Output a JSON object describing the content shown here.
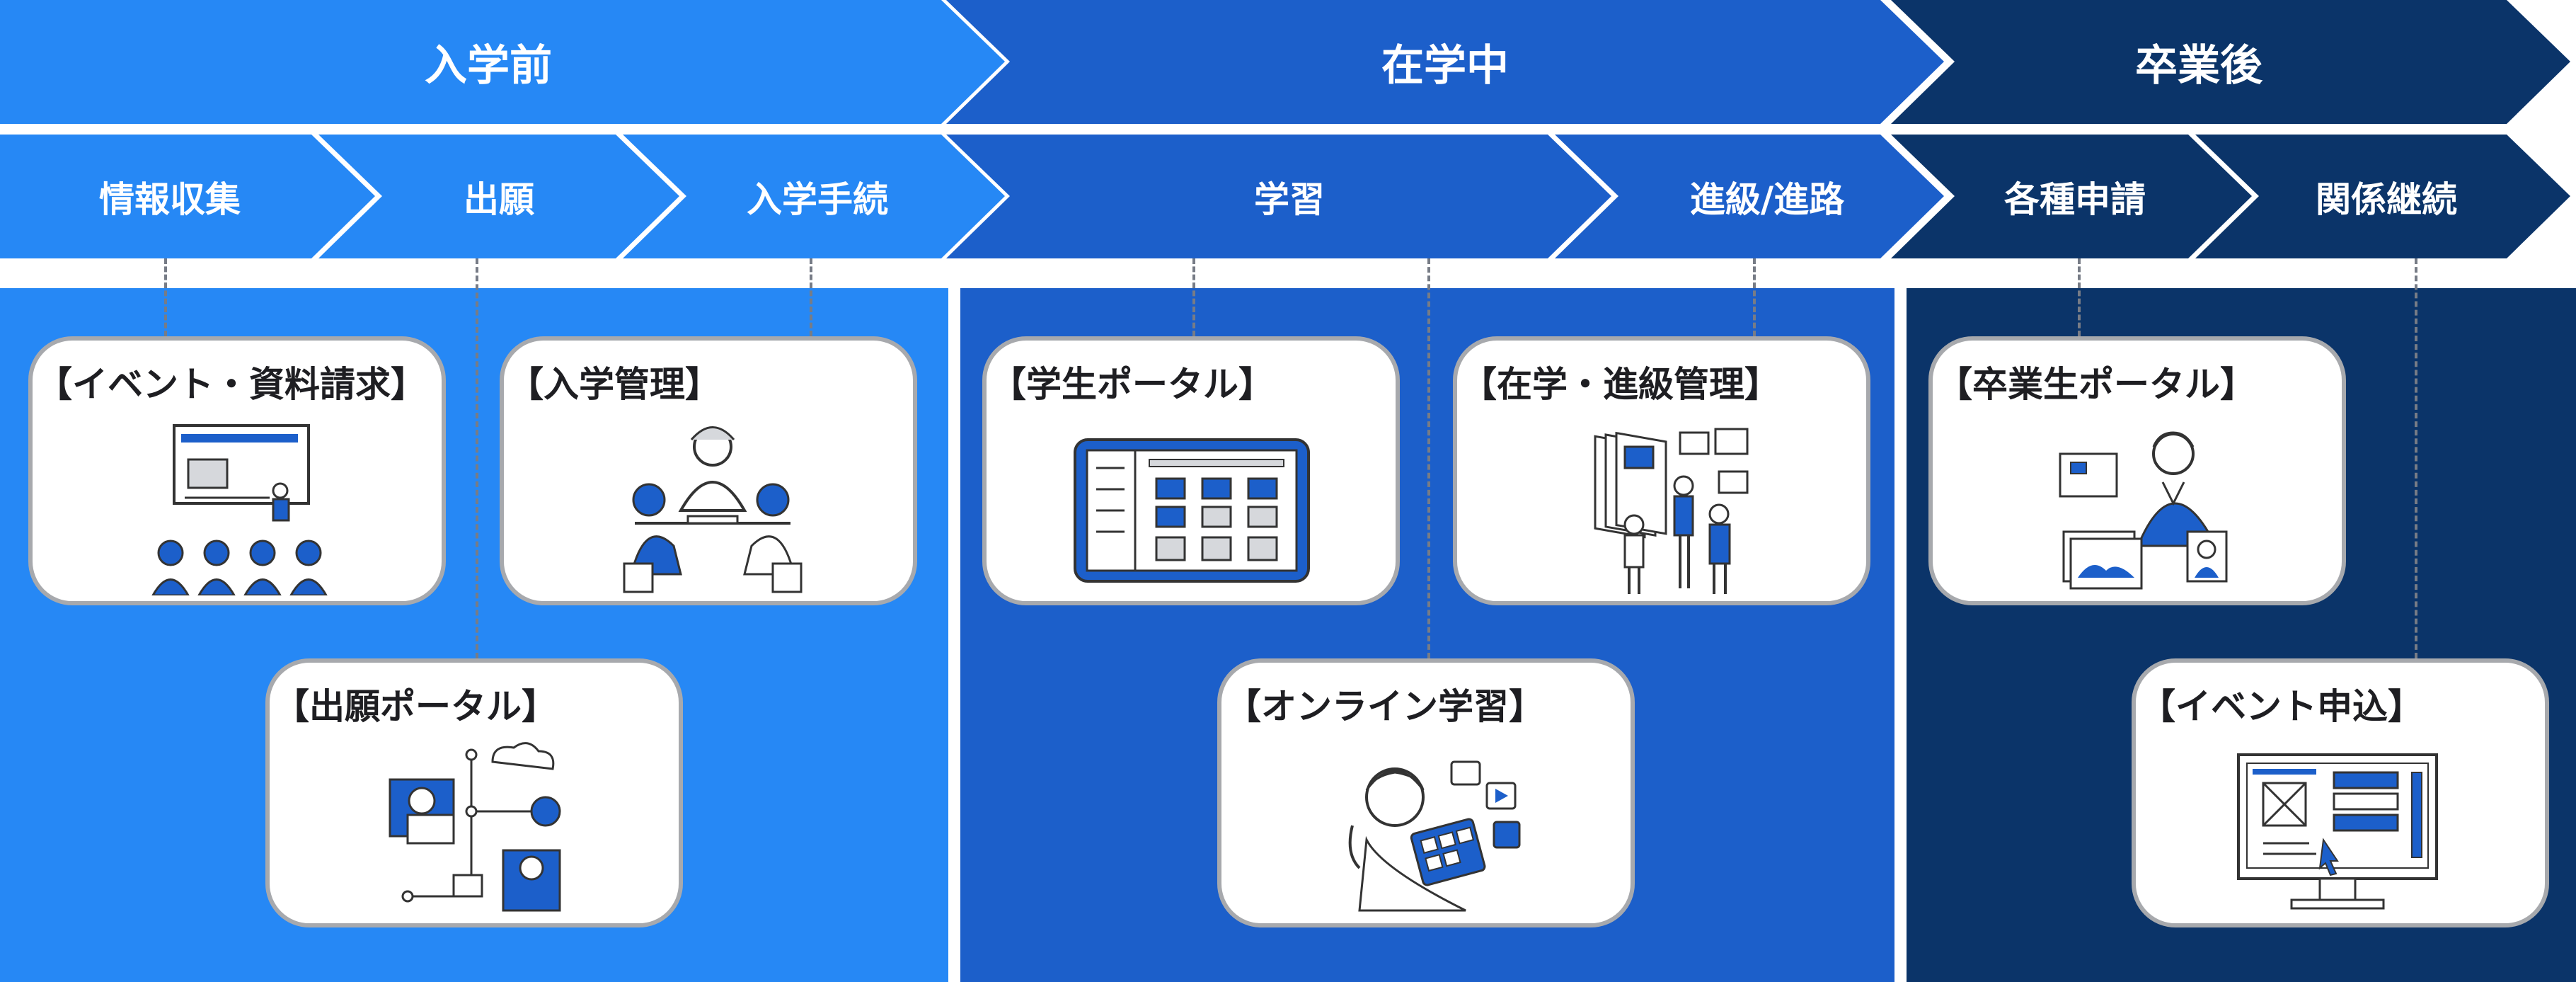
{
  "colors": {
    "phase1": "#2688f5",
    "phase2": "#1c5fca",
    "phase3": "#0b3469",
    "panel1": "#2688f5",
    "panel2": "#1c5fca",
    "panel3": "#0b3469",
    "accent": "#1c5fca",
    "card_border": "#a7a9ad"
  },
  "phases": [
    {
      "label": "入学前"
    },
    {
      "label": "在学中"
    },
    {
      "label": "卒業後"
    }
  ],
  "steps": [
    {
      "label": "情報収集"
    },
    {
      "label": "出願"
    },
    {
      "label": "入学手続"
    },
    {
      "label": "学習"
    },
    {
      "label": "進級/進路"
    },
    {
      "label": "各種申請"
    },
    {
      "label": "関係継続"
    }
  ],
  "cards": [
    {
      "title": "【イベント・資料請求】",
      "icon": "seminar-presentation-illustration"
    },
    {
      "title": "【入学管理】",
      "icon": "admission-interview-illustration"
    },
    {
      "title": "【出願ポータル】",
      "icon": "online-application-network-illustration"
    },
    {
      "title": "【学生ポータル】",
      "icon": "student-portal-tablet-illustration"
    },
    {
      "title": "【在学・進級管理】",
      "icon": "document-management-team-illustration"
    },
    {
      "title": "【オンライン学習】",
      "icon": "online-learning-tablet-illustration"
    },
    {
      "title": "【卒業生ポータル】",
      "icon": "alumni-portal-photos-illustration"
    },
    {
      "title": "【イベント申込】",
      "icon": "event-registration-monitor-illustration"
    }
  ]
}
